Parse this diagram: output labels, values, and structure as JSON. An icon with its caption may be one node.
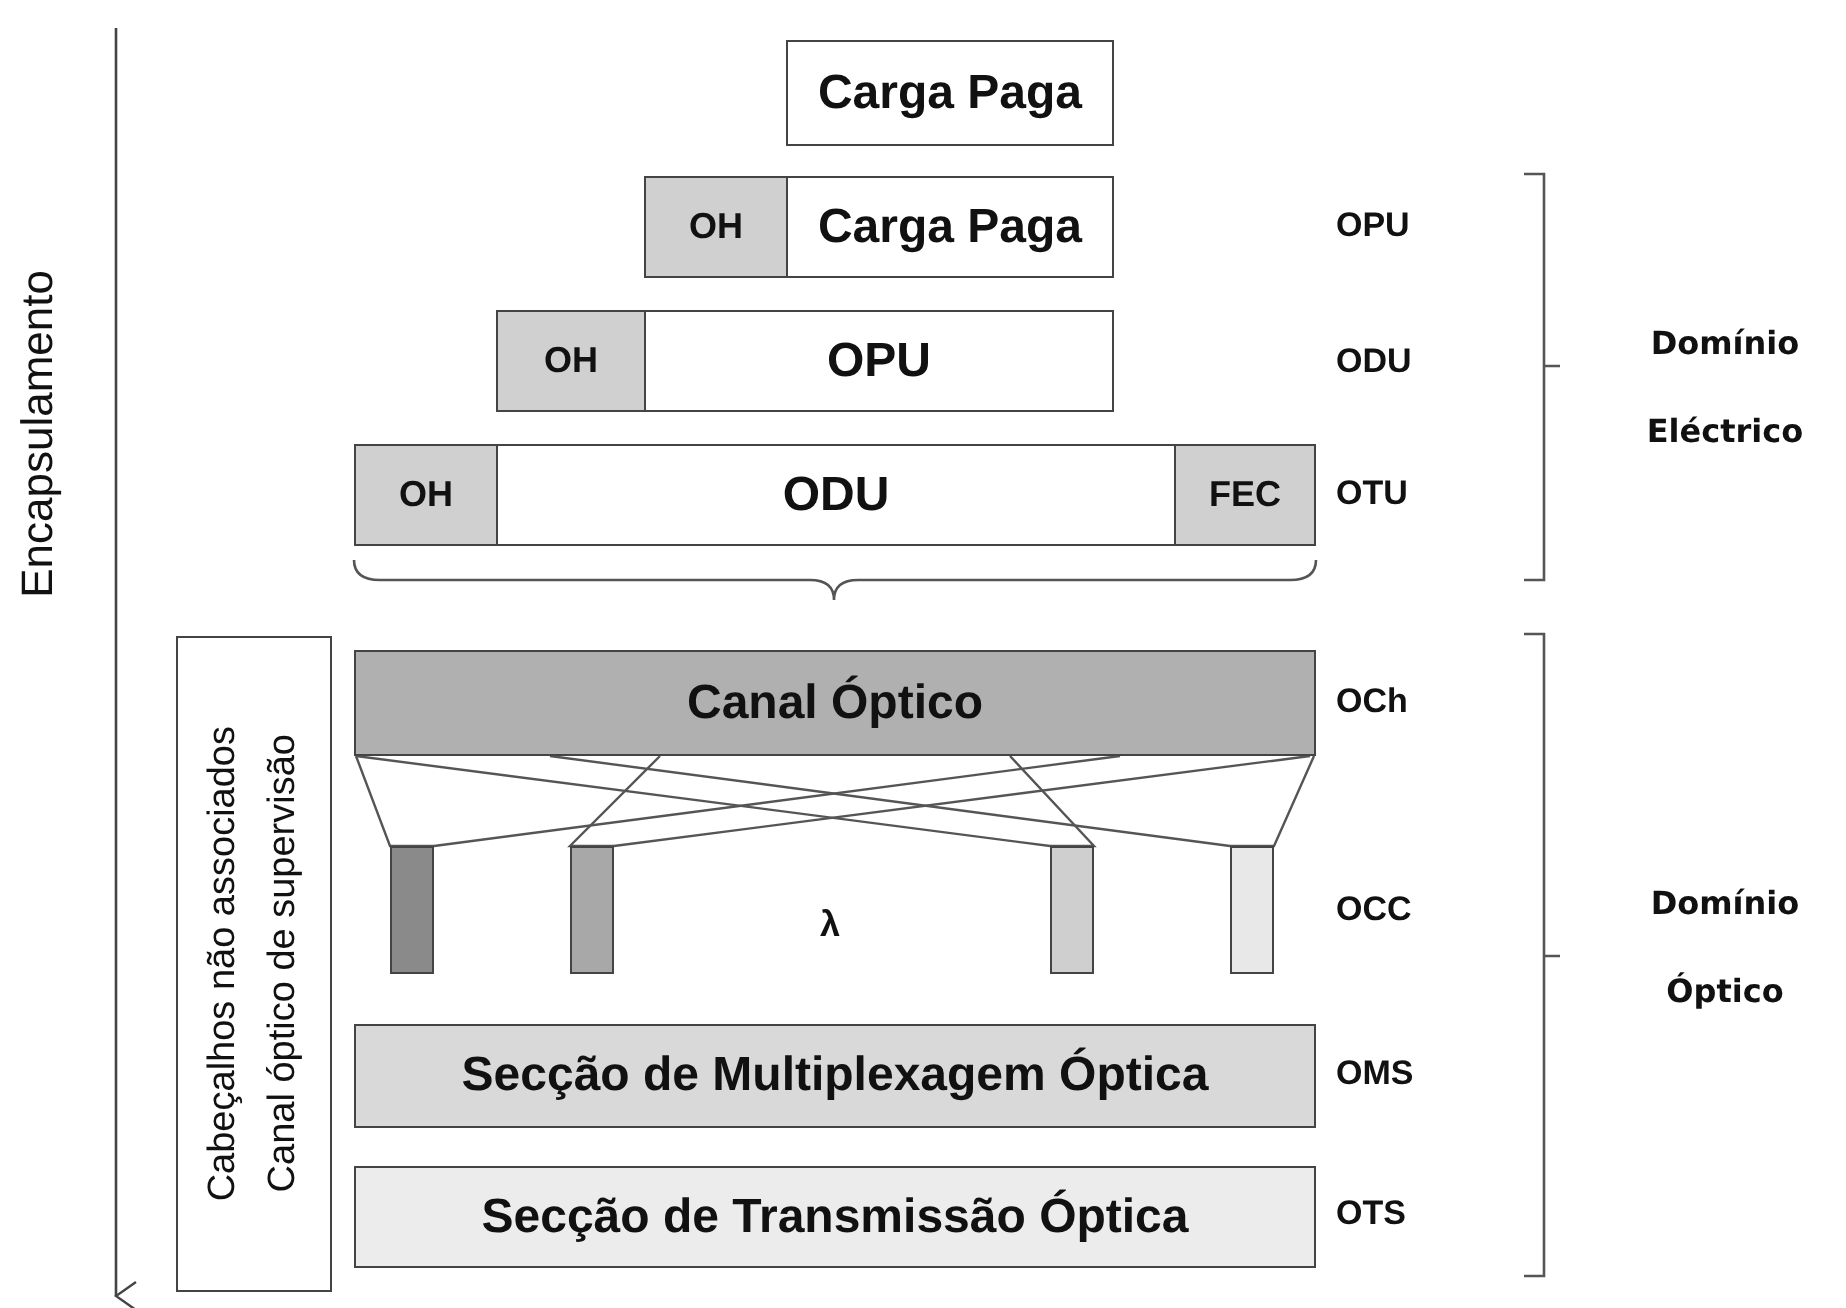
{
  "diagram": {
    "nodes": [
      {
        "text": [
          "Carga Paga"
        ]
      },
      {
        "text": [
          "OH"
        ]
      },
      {
        "text": [
          "Carga Paga"
        ]
      },
      {
        "text": [
          "OH"
        ]
      },
      {
        "text": [
          "OPU"
        ]
      },
      {
        "text": [
          "OH"
        ]
      },
      {
        "text": [
          "ODU"
        ]
      },
      {
        "text": [
          "FEC"
        ]
      },
      {
        "text": [
          "Canal Óptico"
        ]
      },
      {
        "text": [],
        "shape": "bar"
      },
      {
        "text": [],
        "shape": "bar"
      },
      {
        "text": [],
        "shape": "bar"
      },
      {
        "text": [],
        "shape": "bar"
      },
      {
        "text": [
          "Secção de Multiplexagem Óptica"
        ]
      },
      {
        "text": [
          "Secção de Transmissão Óptica"
        ]
      },
      {
        "text": [
          "Cabeçalhos não associados",
          "Canal óptico de supervisão"
        ]
      }
    ],
    "edges": [
      {
        "from": 8,
        "to": 9,
        "arrow": "none"
      },
      {
        "from": 8,
        "to": 10,
        "arrow": "none"
      },
      {
        "from": 8,
        "to": 11,
        "arrow": "none"
      },
      {
        "from": 8,
        "to": 12,
        "arrow": "none"
      }
    ],
    "labels": [
      "Encapsulamento",
      "OPU",
      "Domínio Eléctrico",
      "ODU",
      "OTU",
      "OCh",
      "λ",
      "OCC",
      "Domínio Óptico",
      "OMS",
      "OTS"
    ]
  }
}
